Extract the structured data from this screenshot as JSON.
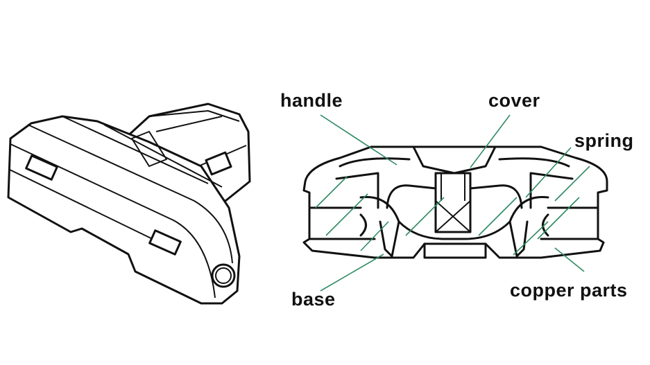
{
  "labels": {
    "handle": "handle",
    "cover": "cover",
    "spring": "spring",
    "base": "base",
    "copper_parts": "copper parts"
  },
  "colors": {
    "leader_line": "#2e8a62",
    "line_art": "#111111"
  }
}
